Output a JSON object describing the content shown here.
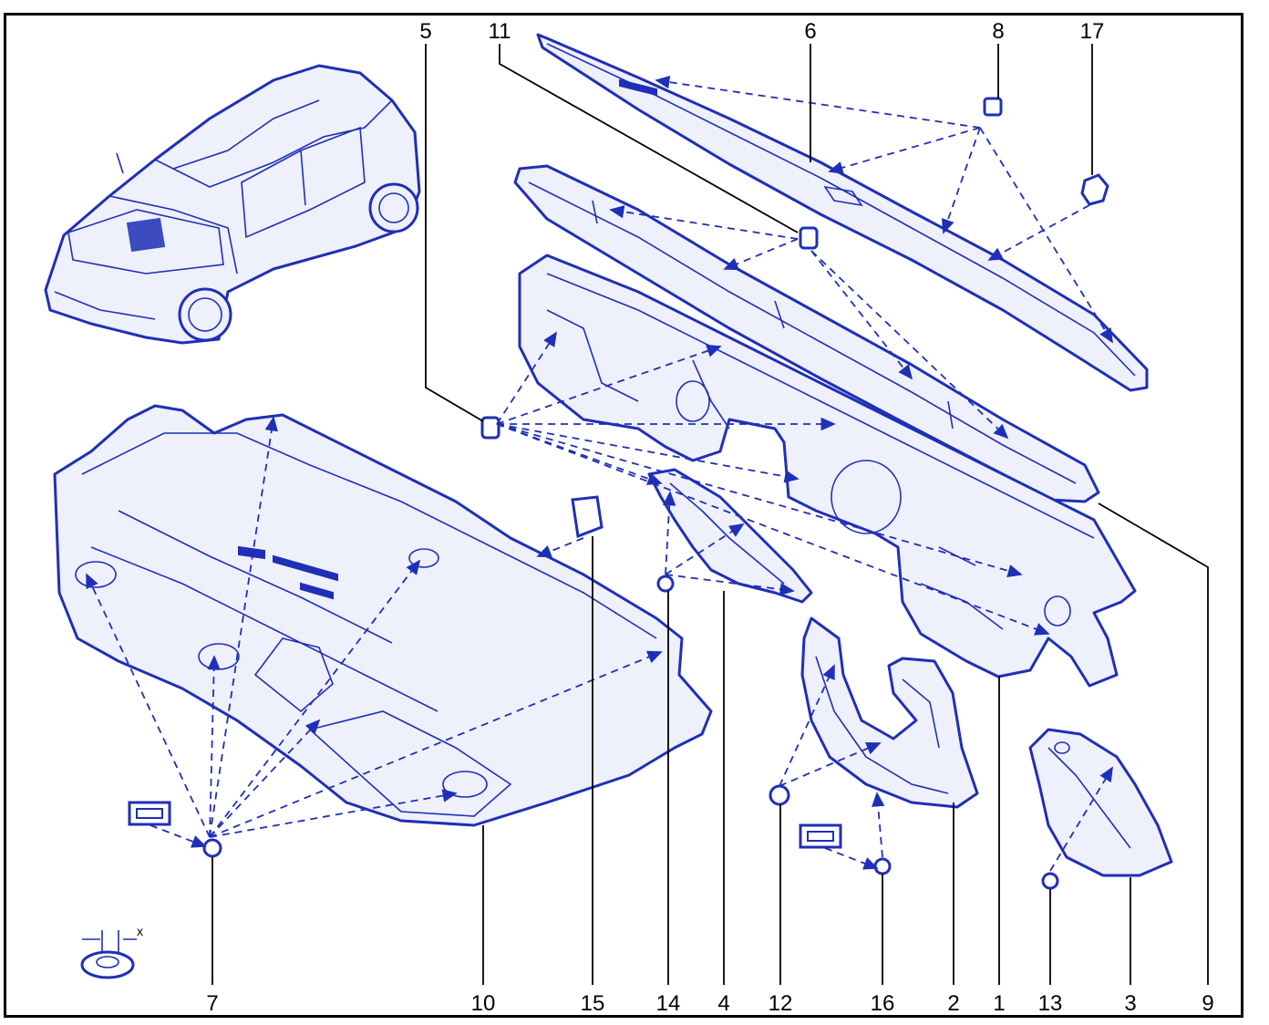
{
  "diagram": {
    "callouts": [
      "1",
      "2",
      "3",
      "4",
      "5",
      "6",
      "7",
      "8",
      "9",
      "10",
      "11",
      "12",
      "13",
      "14",
      "15",
      "16",
      "17"
    ],
    "secondary_text": {
      "dimension_x": "x"
    },
    "colors": {
      "line_art": "#1f2fb8",
      "part_fill": "#eef0fb",
      "frame": "#000000",
      "background": "#ffffff"
    }
  }
}
